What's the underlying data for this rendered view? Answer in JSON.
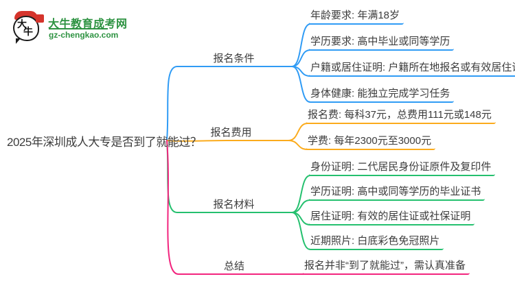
{
  "logo": {
    "title": "大牛教育成考网",
    "domain": "gz-chengkao.com",
    "mark_char1": "大",
    "mark_char2": "牛",
    "brand_color": "#2e9342",
    "seal_color": "#d5342c"
  },
  "text_color": "#3c3c3c",
  "central_topic": "2025年深圳成人大专是否到了就能过？",
  "branches": [
    {
      "label": "报名条件",
      "color": "#2f9bf5",
      "children": [
        "年龄要求: 年满18岁",
        "学历要求: 高中毕业或同等学历",
        "户籍或居住证明: 户籍所在地报名或有效居住证明",
        "身体健康: 能独立完成学习任务"
      ]
    },
    {
      "label": "报名费用",
      "color": "#fbab1c",
      "children": [
        "报名费: 每科37元，总费用111元或148元",
        "学费: 每年2300元至3000元"
      ]
    },
    {
      "label": "报名材料",
      "color": "#24c06e",
      "children": [
        "身份证明: 二代居民身份证原件及复印件",
        "学历证明: 高中或同等学历的毕业证书",
        "居住证明: 有效的居住证或社保证明",
        "近期照片: 白底彩色免冠照片"
      ]
    },
    {
      "label": "总结",
      "color": "#f2247e",
      "children": [
        "报名并非“到了就能过”，需认真准备"
      ]
    }
  ]
}
